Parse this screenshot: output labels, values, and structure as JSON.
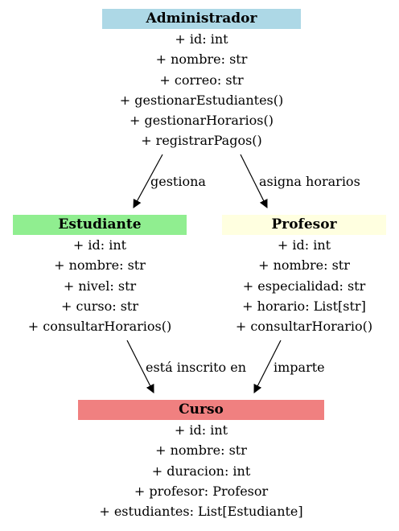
{
  "classes": {
    "admin": {
      "name": "Administrador",
      "color": "#add8e6",
      "members": [
        "+ id: int",
        "+ nombre: str",
        "+ correo: str",
        "+ gestionarEstudiantes()",
        "+ gestionarHorarios()",
        "+ registrarPagos()"
      ]
    },
    "estudiante": {
      "name": "Estudiante",
      "color": "#90ee90",
      "members": [
        "+ id: int",
        "+ nombre: str",
        "+ nivel: str",
        "+ curso: str",
        "+ consultarHorarios()"
      ]
    },
    "profesor": {
      "name": "Profesor",
      "color": "#ffffe0",
      "members": [
        "+ id: int",
        "+ nombre: str",
        "+ especialidad: str",
        "+ horario: List[str]",
        "+ consultarHorario()"
      ]
    },
    "curso": {
      "name": "Curso",
      "color": "#f08080",
      "members": [
        "+ id: int",
        "+ nombre: str",
        "+ duracion: int",
        "+ profesor: Profesor",
        "+ estudiantes: List[Estudiante]"
      ]
    }
  },
  "edges": [
    {
      "from": "admin",
      "to": "estudiante",
      "label": "gestiona"
    },
    {
      "from": "admin",
      "to": "profesor",
      "label": "asigna horarios"
    },
    {
      "from": "estudiante",
      "to": "curso",
      "label": "está inscrito en"
    },
    {
      "from": "profesor",
      "to": "curso",
      "label": "imparte"
    }
  ]
}
